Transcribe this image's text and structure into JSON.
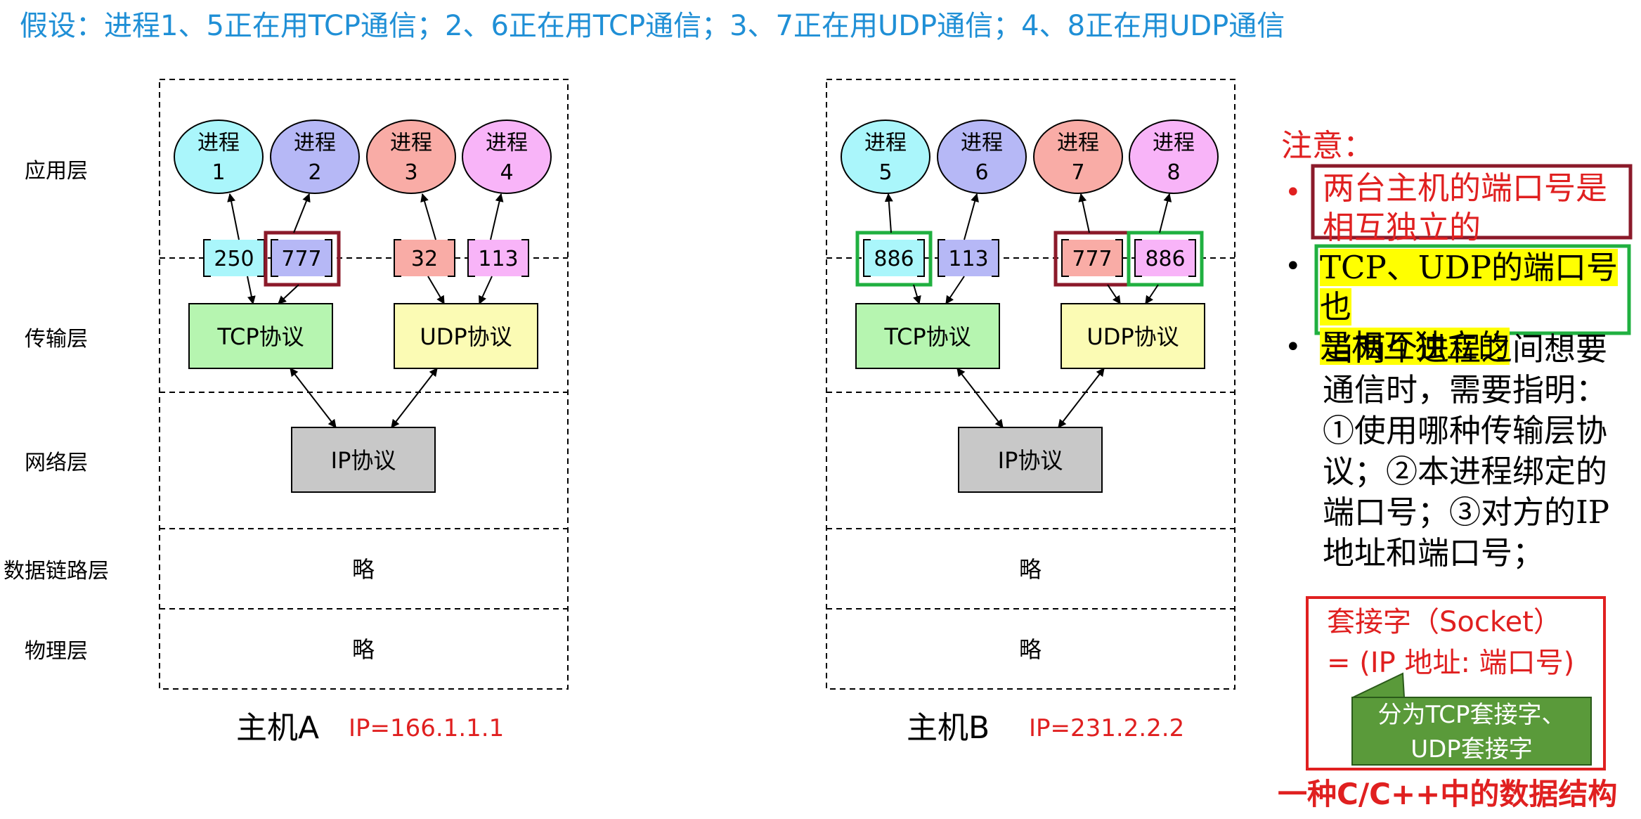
{
  "assumption": "假设：进程1、5正在用TCP通信；2、6正在用TCP通信；3、7正在用UDP通信；4、8正在用UDP通信",
  "layers": {
    "application": "应用层",
    "transport": "传输层",
    "network": "网络层",
    "datalink": "数据链路层",
    "physical": "物理层"
  },
  "hosts": [
    {
      "name": "主机A",
      "ip": "IP=166.1.1.1",
      "processes": [
        {
          "line1": "进程",
          "line2": "1",
          "color": "#aaf6fb"
        },
        {
          "line1": "进程",
          "line2": "2",
          "color": "#b6b8f6"
        },
        {
          "line1": "进程",
          "line2": "3",
          "color": "#f9aca6"
        },
        {
          "line1": "进程",
          "line2": "4",
          "color": "#f8b4f8"
        }
      ],
      "ports": [
        "250",
        "777",
        "32",
        "113"
      ],
      "tcp": "TCP协议",
      "udp": "UDP协议",
      "ip_protocol": "IP协议",
      "datalink": "略",
      "physical": "略"
    },
    {
      "name": "主机B",
      "ip": "IP=231.2.2.2",
      "processes": [
        {
          "line1": "进程",
          "line2": "5",
          "color": "#aaf6fb"
        },
        {
          "line1": "进程",
          "line2": "6",
          "color": "#b6b8f6"
        },
        {
          "line1": "进程",
          "line2": "7",
          "color": "#f9aca6"
        },
        {
          "line1": "进程",
          "line2": "8",
          "color": "#f8b4f8"
        }
      ],
      "ports": [
        "886",
        "113",
        "777",
        "886"
      ],
      "tcp": "TCP协议",
      "udp": "UDP协议",
      "ip_protocol": "IP协议",
      "datalink": "略",
      "physical": "略"
    }
  ],
  "notes": {
    "title": "注意：",
    "bullet1_line1": "两台主机的端口号是",
    "bullet1_line2": "相互独立的",
    "bullet2_line1": "TCP、UDP的端口号也",
    "bullet2_line2": "是相互独立的",
    "bullet3_lines": [
      "当两个进程之间想要",
      "通信时，需要指明：",
      "①使用哪种传输层协",
      "议；②本进程绑定的",
      "端口号；③对方的IP",
      "地址和端口号；"
    ],
    "socket_line1": "套接字（Socket）",
    "socket_line2": "= (IP 地址: 端口号)",
    "callout_line1": "分为TCP套接字、",
    "callout_line2": "UDP套接字",
    "footer": "一种C/C++中的数据结构"
  },
  "colors": {
    "title_blue": "#1f8fd6",
    "red": "#e02020",
    "dark_red": "#8b1a2a",
    "green": "#20b040",
    "yellow_highlight": "#ffff00",
    "tcp_fill": "#b6f5b0",
    "udp_fill": "#fbfbb4",
    "ip_fill": "#c8c8c8",
    "callout_fill": "#5a9a3a"
  }
}
